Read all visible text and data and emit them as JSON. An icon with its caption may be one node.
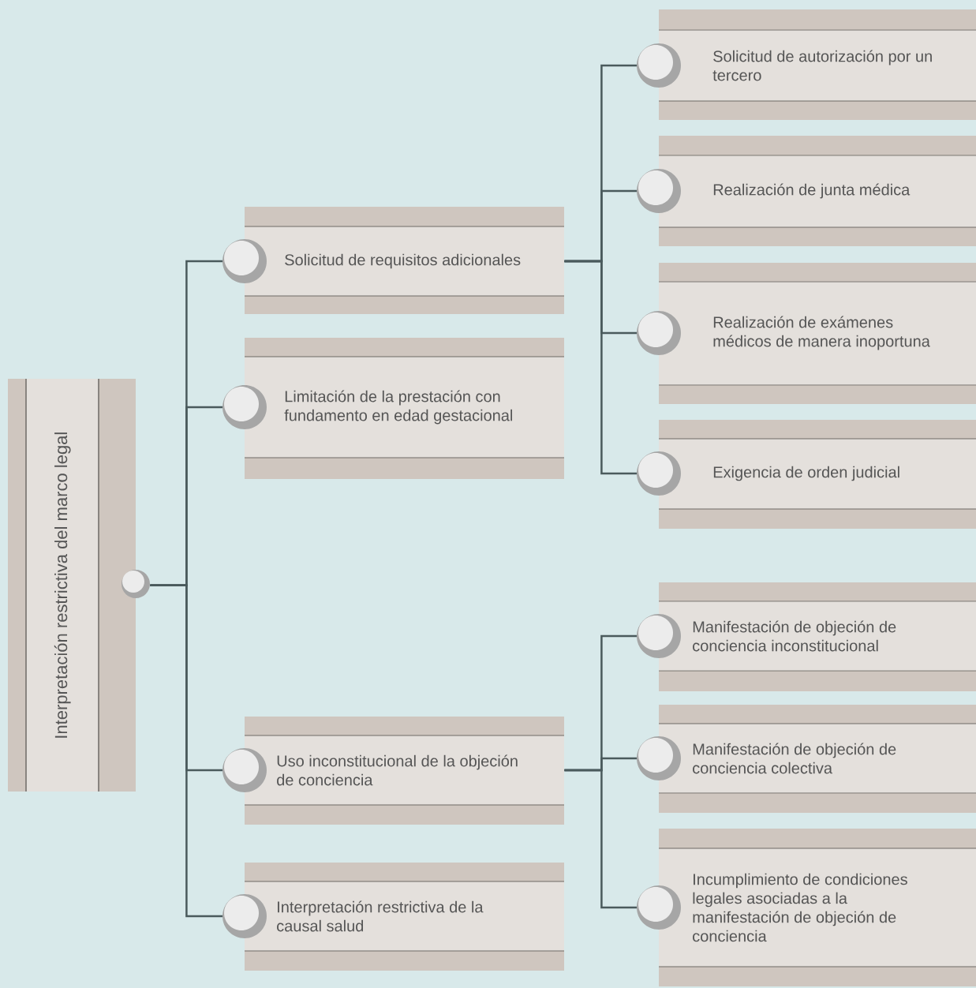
{
  "diagram": {
    "nodes": [
      {
        "text": [
          "Interpretación restrictiva del marco legal"
        ]
      },
      {
        "text": [
          "Solicitud de requisitos adicionales"
        ]
      },
      {
        "text": [
          "Limitación de la prestación con fundamento en edad gestacional"
        ]
      },
      {
        "text": [
          "Uso inconstitucional de la objeción de conciencia"
        ]
      },
      {
        "text": [
          "Interpretación restrictiva de la causal salud"
        ]
      },
      {
        "text": [
          "Solicitud de autorización por un tercero"
        ]
      },
      {
        "text": [
          "Realización de junta médica"
        ]
      },
      {
        "text": [
          "Realización de exámenes médicos de manera inoportuna"
        ]
      },
      {
        "text": [
          "Exigencia de orden judicial"
        ]
      },
      {
        "text": [
          "Manifestación de objeción de conciencia inconstitucional"
        ]
      },
      {
        "text": [
          "Manifestación de objeción de conciencia colectiva"
        ]
      },
      {
        "text": [
          "Incumplimiento de condiciones legales asociadas a la manifestación de objeción de conciencia"
        ]
      }
    ],
    "edges": [
      {
        "from": 0,
        "to": 1,
        "arrow": "none"
      },
      {
        "from": 0,
        "to": 2,
        "arrow": "none"
      },
      {
        "from": 0,
        "to": 3,
        "arrow": "none"
      },
      {
        "from": 0,
        "to": 4,
        "arrow": "none"
      },
      {
        "from": 1,
        "to": 5,
        "arrow": "none"
      },
      {
        "from": 1,
        "to": 6,
        "arrow": "none"
      },
      {
        "from": 1,
        "to": 7,
        "arrow": "none"
      },
      {
        "from": 1,
        "to": 8,
        "arrow": "none"
      },
      {
        "from": 3,
        "to": 9,
        "arrow": "none"
      },
      {
        "from": 3,
        "to": 10,
        "arrow": "none"
      },
      {
        "from": 3,
        "to": 11,
        "arrow": "none"
      }
    ]
  }
}
